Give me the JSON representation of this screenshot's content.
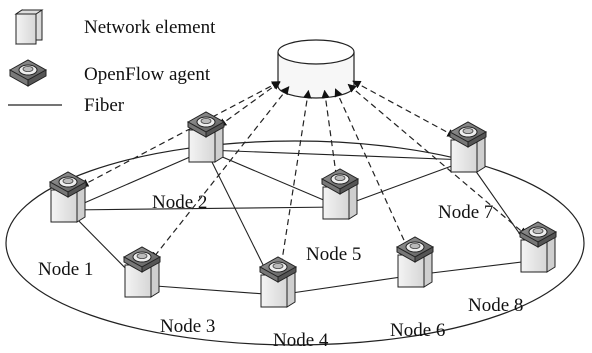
{
  "legend": {
    "network_element": "Network element",
    "openflow_agent": "OpenFlow agent",
    "fiber": "Fiber"
  },
  "nodes": [
    {
      "id": "node1",
      "label": "Node 1"
    },
    {
      "id": "node2",
      "label": "Node 2"
    },
    {
      "id": "node3",
      "label": "Node 3"
    },
    {
      "id": "node4",
      "label": "Node 4"
    },
    {
      "id": "node5",
      "label": "Node 5"
    },
    {
      "id": "node6",
      "label": "Node 6"
    },
    {
      "id": "node7",
      "label": "Node 7"
    },
    {
      "id": "node8",
      "label": "Node 8"
    }
  ],
  "fiber_links": [
    [
      "node1",
      "node2"
    ],
    [
      "node1",
      "node5"
    ],
    [
      "node1",
      "node3"
    ],
    [
      "node2",
      "node5"
    ],
    [
      "node2",
      "node7"
    ],
    [
      "node2",
      "node4"
    ],
    [
      "node3",
      "node4"
    ],
    [
      "node4",
      "node6"
    ],
    [
      "node5",
      "node7"
    ],
    [
      "node6",
      "node8"
    ],
    [
      "node7",
      "node8"
    ]
  ],
  "control_links": [
    "node1",
    "node2",
    "node3",
    "node4",
    "node5",
    "node6",
    "node7",
    "node8"
  ]
}
